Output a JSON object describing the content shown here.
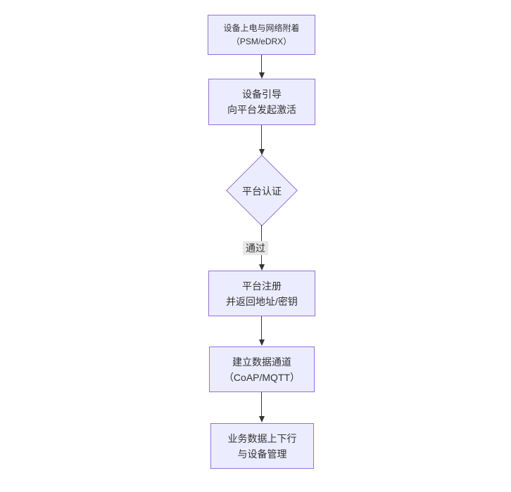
{
  "diagram": {
    "type": "flowchart",
    "direction": "top-down",
    "nodes": [
      {
        "id": "power-attach",
        "shape": "rect",
        "lines": [
          "设备上电与网络附着",
          "（PSM/eDRX）"
        ]
      },
      {
        "id": "bootstrap",
        "shape": "rect",
        "lines": [
          "设备引导",
          "向平台发起激活"
        ]
      },
      {
        "id": "platform-auth",
        "shape": "diamond",
        "lines": [
          "平台认证"
        ]
      },
      {
        "id": "register",
        "shape": "rect",
        "lines": [
          "平台注册",
          "并返回地址/密钥"
        ]
      },
      {
        "id": "data-channel",
        "shape": "rect",
        "lines": [
          "建立数据通道",
          "（CoAP/MQTT）"
        ]
      },
      {
        "id": "business-data",
        "shape": "rect",
        "lines": [
          "业务数据上下行",
          "与设备管理"
        ]
      }
    ],
    "edges": [
      {
        "from": "power-attach",
        "to": "bootstrap",
        "label": ""
      },
      {
        "from": "bootstrap",
        "to": "platform-auth",
        "label": ""
      },
      {
        "from": "platform-auth",
        "to": "register",
        "label": "通过"
      },
      {
        "from": "register",
        "to": "data-channel",
        "label": ""
      },
      {
        "from": "data-channel",
        "to": "business-data",
        "label": ""
      }
    ],
    "colors": {
      "node_fill": "#ECECFF",
      "node_border": "#9370DB",
      "text": "#333333",
      "arrow": "#333333",
      "edge_label_bg": "#e8e8e8",
      "background": "#ffffff"
    }
  }
}
